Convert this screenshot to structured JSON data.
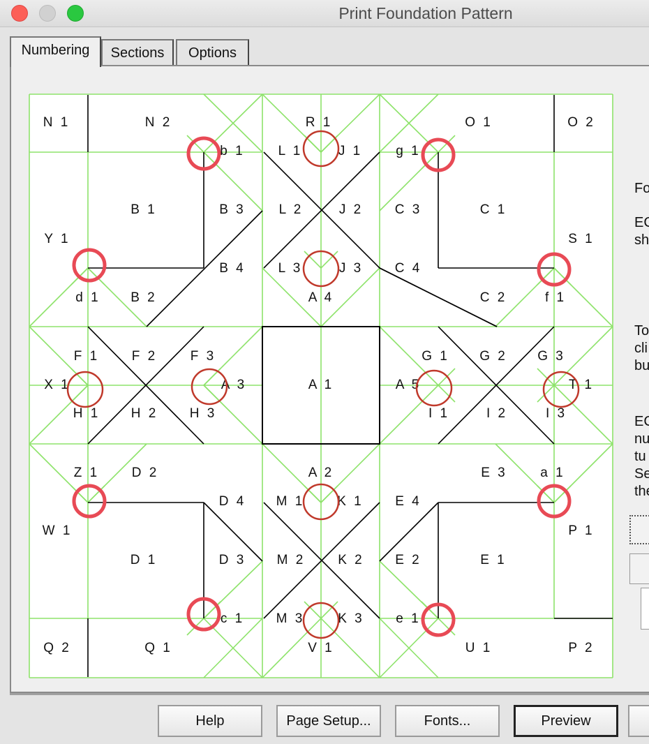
{
  "window": {
    "title": "Print Foundation Pattern"
  },
  "tabs": [
    {
      "label": "Numbering",
      "active": true
    },
    {
      "label": "Sections",
      "active": false
    },
    {
      "label": "Options",
      "active": false
    }
  ],
  "pattern": {
    "line_color": "#8ee36b",
    "seam_color": "#000000",
    "marker_color": "#e84a55",
    "labels": {
      "N1": "N 1",
      "N2": "N 2",
      "b1": "b 1",
      "R1": "R 1",
      "L1": "L 1",
      "J1": "J 1",
      "g1": "g 1",
      "O1": "O 1",
      "O2": "O 2",
      "B1": "B 1",
      "B3": "B 3",
      "L2": "L 2",
      "J2": "J 2",
      "C3": "C 3",
      "C1": "C 1",
      "Y1": "Y 1",
      "S1": "S 1",
      "B4": "B 4",
      "L3": "L 3",
      "J3": "J 3",
      "C4": "C 4",
      "d1": "d 1",
      "B2": "B 2",
      "A4": "A 4",
      "C2": "C 2",
      "f1": "f 1",
      "F1": "F 1",
      "F2": "F 2",
      "F3": "F 3",
      "G1": "G 1",
      "G2": "G 2",
      "G3": "G 3",
      "X1": "X 1",
      "A3": "A 3",
      "A1": "A 1",
      "A5": "A 5",
      "T1": "T 1",
      "H1": "H 1",
      "H2": "H 2",
      "H3": "H 3",
      "I1": "I 1",
      "I2": "I 2",
      "I3": "I 3",
      "Z1": "Z 1",
      "D2": "D 2",
      "A2": "A 2",
      "E3": "E 3",
      "a1": "a 1",
      "D4": "D 4",
      "M1": "M 1",
      "K1": "K 1",
      "E4": "E 4",
      "W1": "W 1",
      "P1": "P 1",
      "D1": "D 1",
      "D3": "D 3",
      "M2": "M 2",
      "K2": "K 2",
      "E2": "E 2",
      "E1": "E 1",
      "c1": "c 1",
      "M3": "M 3",
      "K3": "K 3",
      "e1": "e 1",
      "Q2": "Q 2",
      "Q1": "Q 1",
      "V1": "V 1",
      "U1": "U 1",
      "P2": "P 2"
    }
  },
  "side": {
    "fo": "Fo",
    "ec_sh": "EC\nsh",
    "to_cli_bu": "To\ncli\nbu",
    "ec_block": "EC\nnu\ntu\nSe\nthe"
  },
  "footer": {
    "help": "Help",
    "page_setup": "Page Setup...",
    "fonts": "Fonts...",
    "preview": "Preview"
  }
}
